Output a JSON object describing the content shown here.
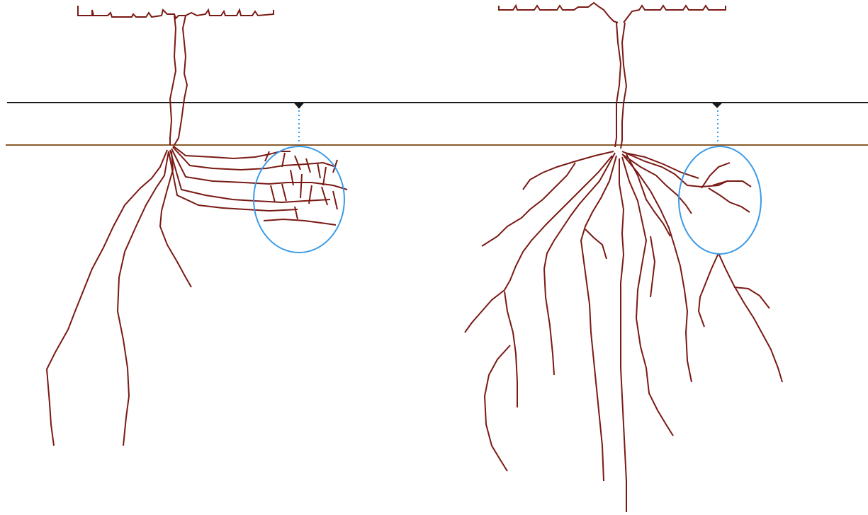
{
  "colors": {
    "background": "#ffffff",
    "root": "#7a1a14",
    "soil_surface": "#1a1a1a",
    "root_zone_top": "#8a5a2b",
    "wetted_zone": "#3b9be8",
    "emitter": "#1a1a1a"
  },
  "plants": [
    {
      "name": "left-vine",
      "rooting": "shallow-concentrated"
    },
    {
      "name": "right-vine",
      "rooting": "deep-spread"
    }
  ],
  "icons": {
    "left_emitter": "drip-emitter-icon",
    "right_emitter": "drip-emitter-icon"
  }
}
